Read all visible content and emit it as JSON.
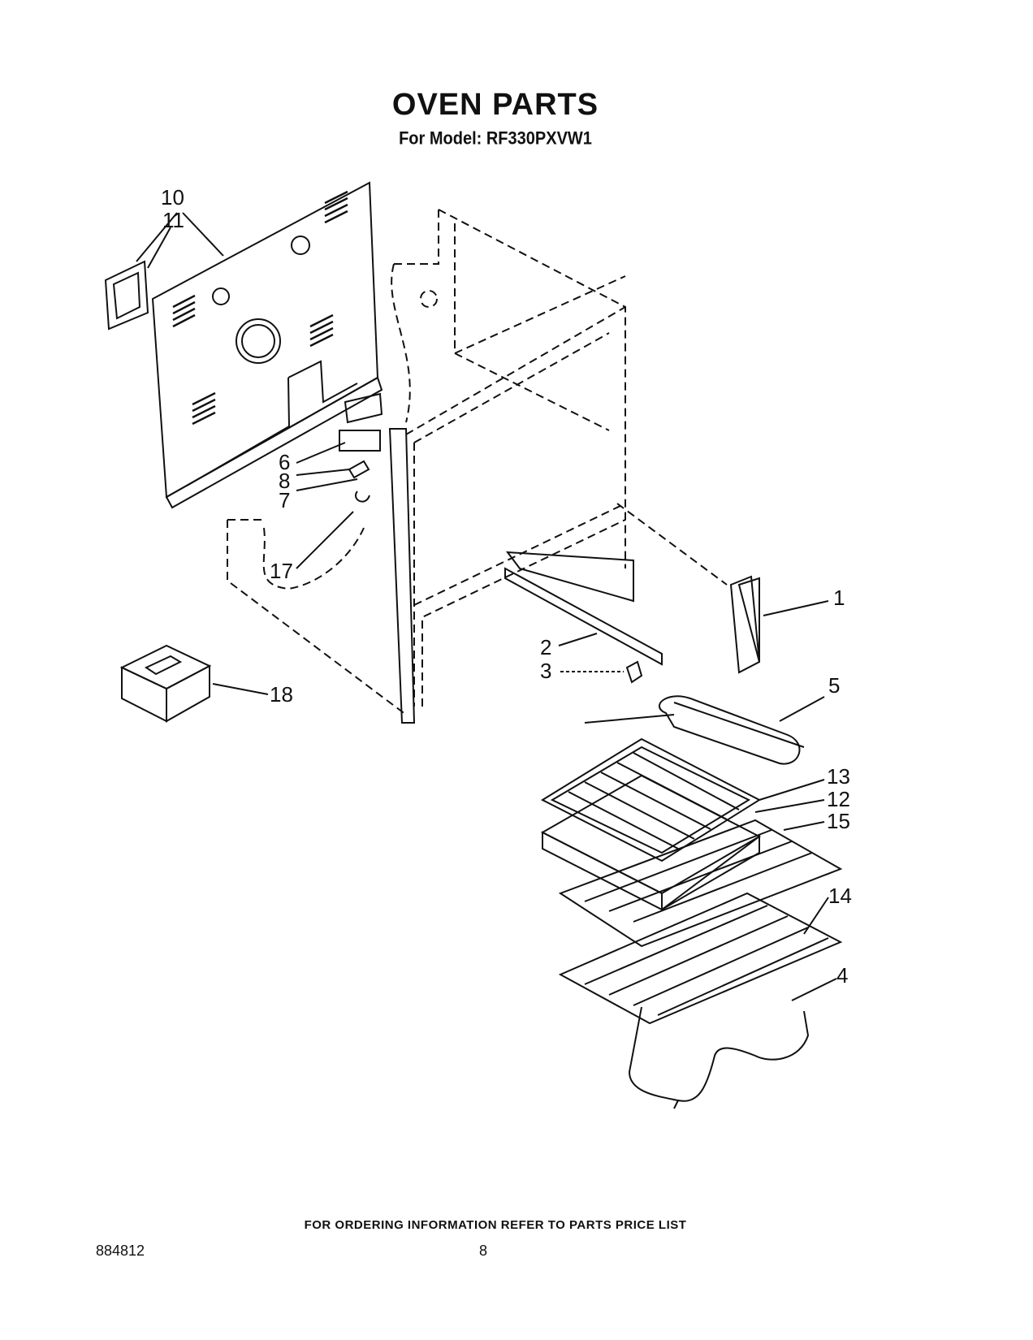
{
  "header": {
    "title": "OVEN PARTS",
    "subtitle": "For Model: RF330PXVW1"
  },
  "callouts": [
    "10",
    "11",
    "6",
    "8",
    "7",
    "17",
    "18",
    "1",
    "2",
    "3",
    "5",
    "13",
    "12",
    "15",
    "14",
    "4"
  ],
  "footer": {
    "ordering_note": "FOR ORDERING INFORMATION REFER TO PARTS PRICE LIST",
    "document_number": "884812",
    "page_number": "8"
  }
}
